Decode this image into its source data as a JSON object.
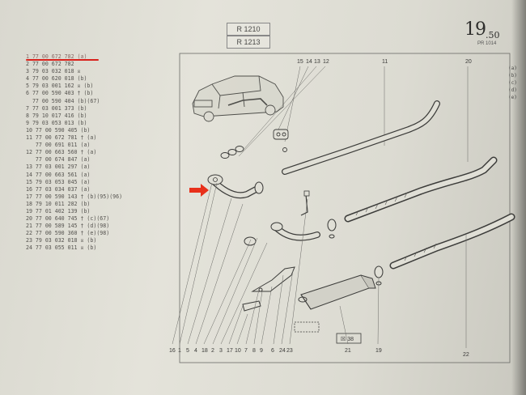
{
  "header": {
    "ref_codes": [
      "R 1210",
      "R 1213"
    ],
    "page_number": "19",
    "page_number_suffix": ".50",
    "page_subtitle": "PR 1014"
  },
  "parts_list": [
    "1 77 00 672 782 (a)",
    "2 77 00 672 782",
    "3 79 03 032 018 ☒",
    "4 77 00 620 018 (b)",
    "5 79 03 001 162 ☒ (b)",
    "6 77 00 590 403 † (b)",
    "  77 00 590 404 (b)(67)",
    "7 77 03 001 373 (b)",
    "8 79 10 017 416 (b)",
    "9 79 03 053 013 (b)",
    "10 77 00 590 405 (b)",
    "11 77 00 672 781 † (a)",
    "   77 00 691 011 (a)",
    "12 77 00 663 560 † (a)",
    "   77 00 674 847 (a)",
    "13 77 03 001 297 (a)",
    "14 77 00 663 561 (a)",
    "15 79 03 053 045 (a)",
    "16 77 03 034 037 (a)",
    "17 77 00 590 143 † (b)(95)(96)",
    "18 79 10 011 282 (b)",
    "19 77 01 402 139 (b)",
    "20 77 00 640 745 † (c)(67)",
    "21 77 00 589 145 † (d)(98)",
    "22 77 00 590 360 † (e)(98)",
    "23 79 03 032 018 ☒ (b)",
    "24 77 03 055 011 ☒ (b)"
  ],
  "diagram": {
    "top_callouts": [
      "15",
      "14",
      "13",
      "12",
      "11",
      "20"
    ],
    "bottom_callouts": [
      "16",
      "1",
      "5",
      "4",
      "18",
      "2",
      "3",
      "17",
      "10",
      "7",
      "8",
      "9",
      "6",
      "24",
      "23"
    ],
    "lower_callouts": [
      "21",
      "19",
      "22"
    ],
    "box_label": "☒ 38"
  },
  "right_margin": [
    "(a)",
    "(b)",
    "(c)",
    "(d)",
    "(e)"
  ],
  "colors": {
    "highlight": "#d8221c",
    "arrow": "#e8301a"
  }
}
